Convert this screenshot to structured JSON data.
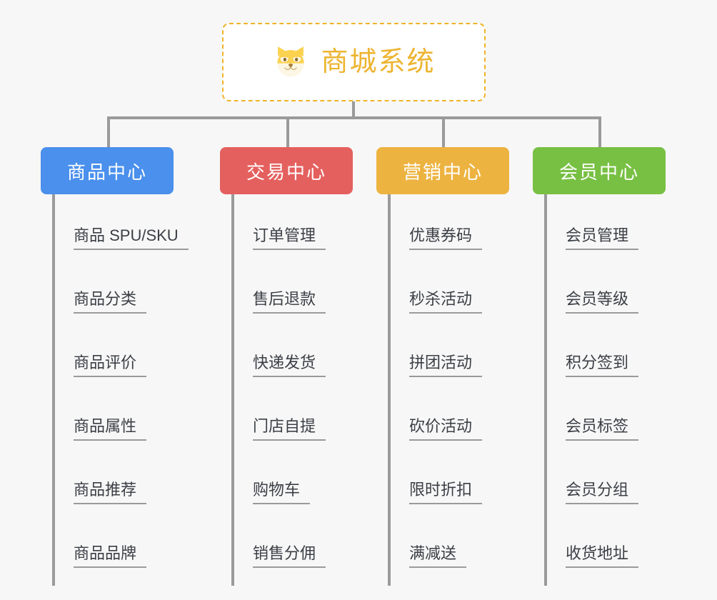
{
  "diagram": {
    "title": "商城系统",
    "root_icon": "shiba-dog-icon",
    "colors": {
      "background": "#f7f7f7",
      "root_border": "#f0b429",
      "root_text": "#edb431",
      "connector": "#9a9a9a",
      "leaf_text": "#3b3f45",
      "leaf_underline": "#9a9a9a",
      "product_center": "#4a90ec",
      "trade_center": "#e4605e",
      "marketing_center": "#edb341",
      "member_center": "#78c043"
    },
    "columns": [
      {
        "label": "商品中心",
        "color": "#4a90ec",
        "items": [
          "商品 SPU/SKU",
          "商品分类",
          "商品评价",
          "商品属性",
          "商品推荐",
          "商品品牌"
        ]
      },
      {
        "label": "交易中心",
        "color": "#e4605e",
        "items": [
          "订单管理",
          "售后退款",
          "快递发货",
          "门店自提",
          "购物车",
          "销售分佣"
        ]
      },
      {
        "label": "营销中心",
        "color": "#edb341",
        "items": [
          "优惠券码",
          "秒杀活动",
          "拼团活动",
          "砍价活动",
          "限时折扣",
          "满减送"
        ]
      },
      {
        "label": "会员中心",
        "color": "#78c043",
        "items": [
          "会员管理",
          "会员等级",
          "积分签到",
          "会员标签",
          "会员分组",
          "收货地址"
        ]
      }
    ]
  }
}
